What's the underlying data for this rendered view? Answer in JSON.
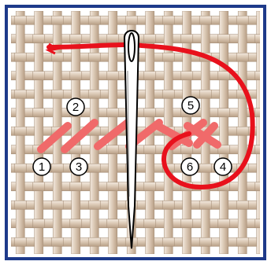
{
  "diagram": {
    "stitch_numbers": [
      "1",
      "2",
      "3",
      "4",
      "5",
      "6"
    ],
    "colors": {
      "border": "#1e3a8a",
      "fabric_background": "#ffffff",
      "fabric_weave": "#d9c6b2",
      "fabric_weave_shadow": "#b89f86",
      "thread": "#e8111c",
      "stitch": "#f06a6a",
      "needle": "#ffffff"
    },
    "icons": [
      "needle-icon",
      "thread-icon"
    ]
  }
}
